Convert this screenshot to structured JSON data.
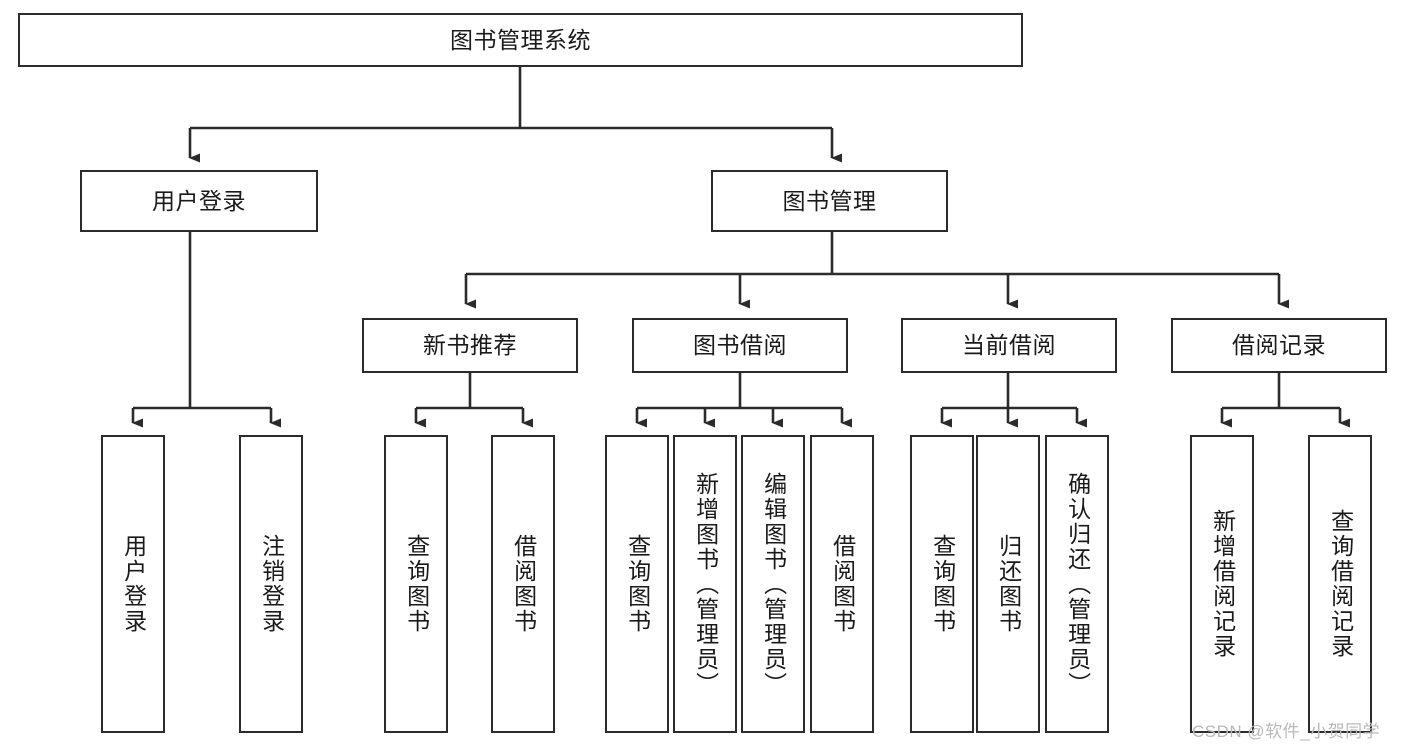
{
  "diagram": {
    "title": "图书管理系统",
    "type": "tree-hierarchy",
    "arrow_color": "#2b2b2b",
    "box_border_color": "#2b2b2b",
    "box_fill_color": "#ffffff",
    "text_color": "#1a1a1a"
  },
  "nodes": {
    "root": {
      "label": "图书管理系统"
    },
    "level2": [
      {
        "label": "用户登录"
      },
      {
        "label": "图书管理"
      }
    ],
    "level3": [
      {
        "label": "新书推荐"
      },
      {
        "label": "图书借阅"
      },
      {
        "label": "当前借阅"
      },
      {
        "label": "借阅记录"
      }
    ],
    "leaves_user_login": [
      {
        "label": "用户登录"
      },
      {
        "label": "注销登录"
      }
    ],
    "leaves_new_book": [
      {
        "label": "查询图书"
      },
      {
        "label": "借阅图书"
      }
    ],
    "leaves_borrow": [
      {
        "label": "查询图书"
      },
      {
        "label": "新增图书（管理员）"
      },
      {
        "label": "编辑图书（管理员）"
      },
      {
        "label": "借阅图书"
      }
    ],
    "leaves_current": [
      {
        "label": "查询图书"
      },
      {
        "label": "归还图书"
      },
      {
        "label": "确认归还（管理员）"
      }
    ],
    "leaves_records": [
      {
        "label": "新增借阅记录"
      },
      {
        "label": "查询借阅记录"
      }
    ]
  },
  "watermark": {
    "text": "CSDN @软件_小贺同学"
  }
}
